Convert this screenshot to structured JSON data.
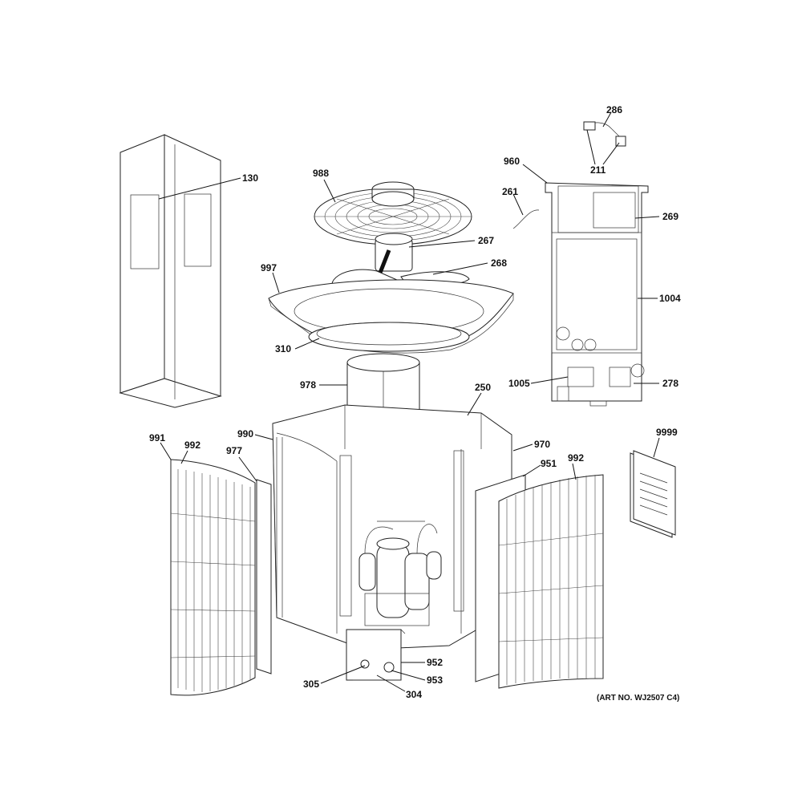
{
  "art_number": "(ART NO. WJ2507 C4)",
  "callouts": {
    "p130": "130",
    "p988": "988",
    "p286": "286",
    "p211": "211",
    "p960": "960",
    "p261": "261",
    "p269": "269",
    "p267": "267",
    "p997": "997",
    "p268": "268",
    "p1004": "1004",
    "p310": "310",
    "p978": "978",
    "p1005": "1005",
    "p278": "278",
    "p250": "250",
    "p990": "990",
    "p970": "970",
    "p9999": "9999",
    "p991": "991",
    "p992a": "992",
    "p977": "977",
    "p951": "951",
    "p992b": "992",
    "p952": "952",
    "p305": "305",
    "p953": "953",
    "p304": "304"
  }
}
